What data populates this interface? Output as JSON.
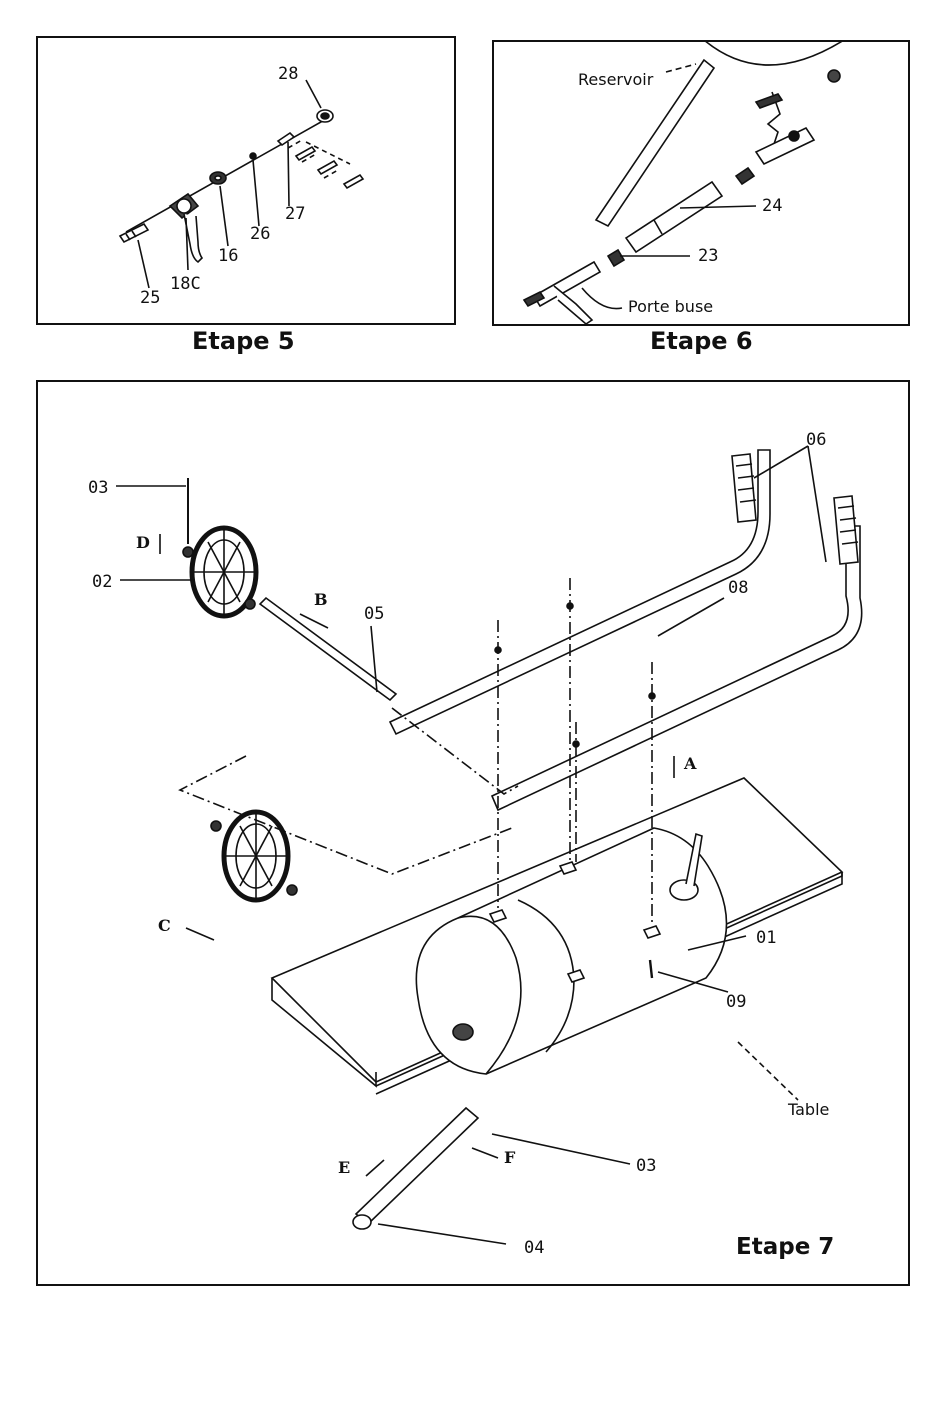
{
  "step5": {
    "caption": "Etape 5",
    "labels": {
      "p28": "28",
      "p27": "27",
      "p26": "26",
      "p16": "16",
      "p18c": "18C",
      "p25": "25"
    },
    "illustration_icon": "spray-gun-nozzle-assembly"
  },
  "step6": {
    "caption": "Etape 6",
    "labels": {
      "reservoir": "Reservoir",
      "p24": "24",
      "p23": "23",
      "porte_buse": "Porte buse"
    },
    "illustration_icon": "hose-to-reservoir-assembly"
  },
  "step7": {
    "caption": "Etape 7",
    "labels": {
      "p06": "06",
      "p03_top": "03",
      "D": "D",
      "p02": "02",
      "B": "B",
      "p05": "05",
      "p08": "08",
      "A": "A",
      "C": "C",
      "p01": "01",
      "p09": "09",
      "table": "Table",
      "E": "E",
      "F": "F",
      "p03_bottom": "03",
      "p04": "04"
    },
    "illustration_icon": "trolley-tank-assembly"
  },
  "colors": {
    "ink": "#111111",
    "paper": "#ffffff"
  }
}
